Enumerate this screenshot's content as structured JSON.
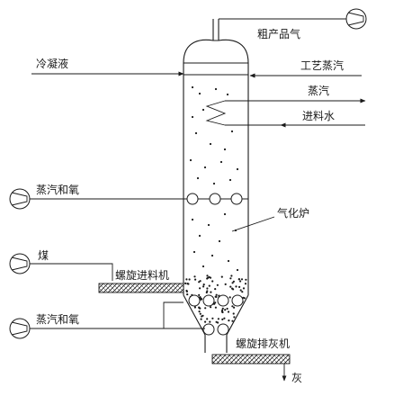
{
  "labels": {
    "crude_gas": "粗产品气",
    "condensate": "冷凝液",
    "process_steam": "工艺蒸汽",
    "steam": "蒸汽",
    "feed_water": "进料水",
    "steam_oxygen_upper": "蒸汽和氧",
    "gasifier": "气化炉",
    "coal": "煤",
    "screw_feeder": "螺旋进料机",
    "steam_oxygen_lower": "蒸汽和氧",
    "screw_ash_discharger": "螺旋排灰机",
    "ash": "灰"
  },
  "icons": {
    "compressor_top": "compressor-icon",
    "compressor_steam_o2_upper": "compressor-icon",
    "compressor_coal": "compressor-icon",
    "compressor_steam_o2_lower": "compressor-icon"
  },
  "colors": {
    "line": "#1a1a1a",
    "background": "#ffffff"
  }
}
